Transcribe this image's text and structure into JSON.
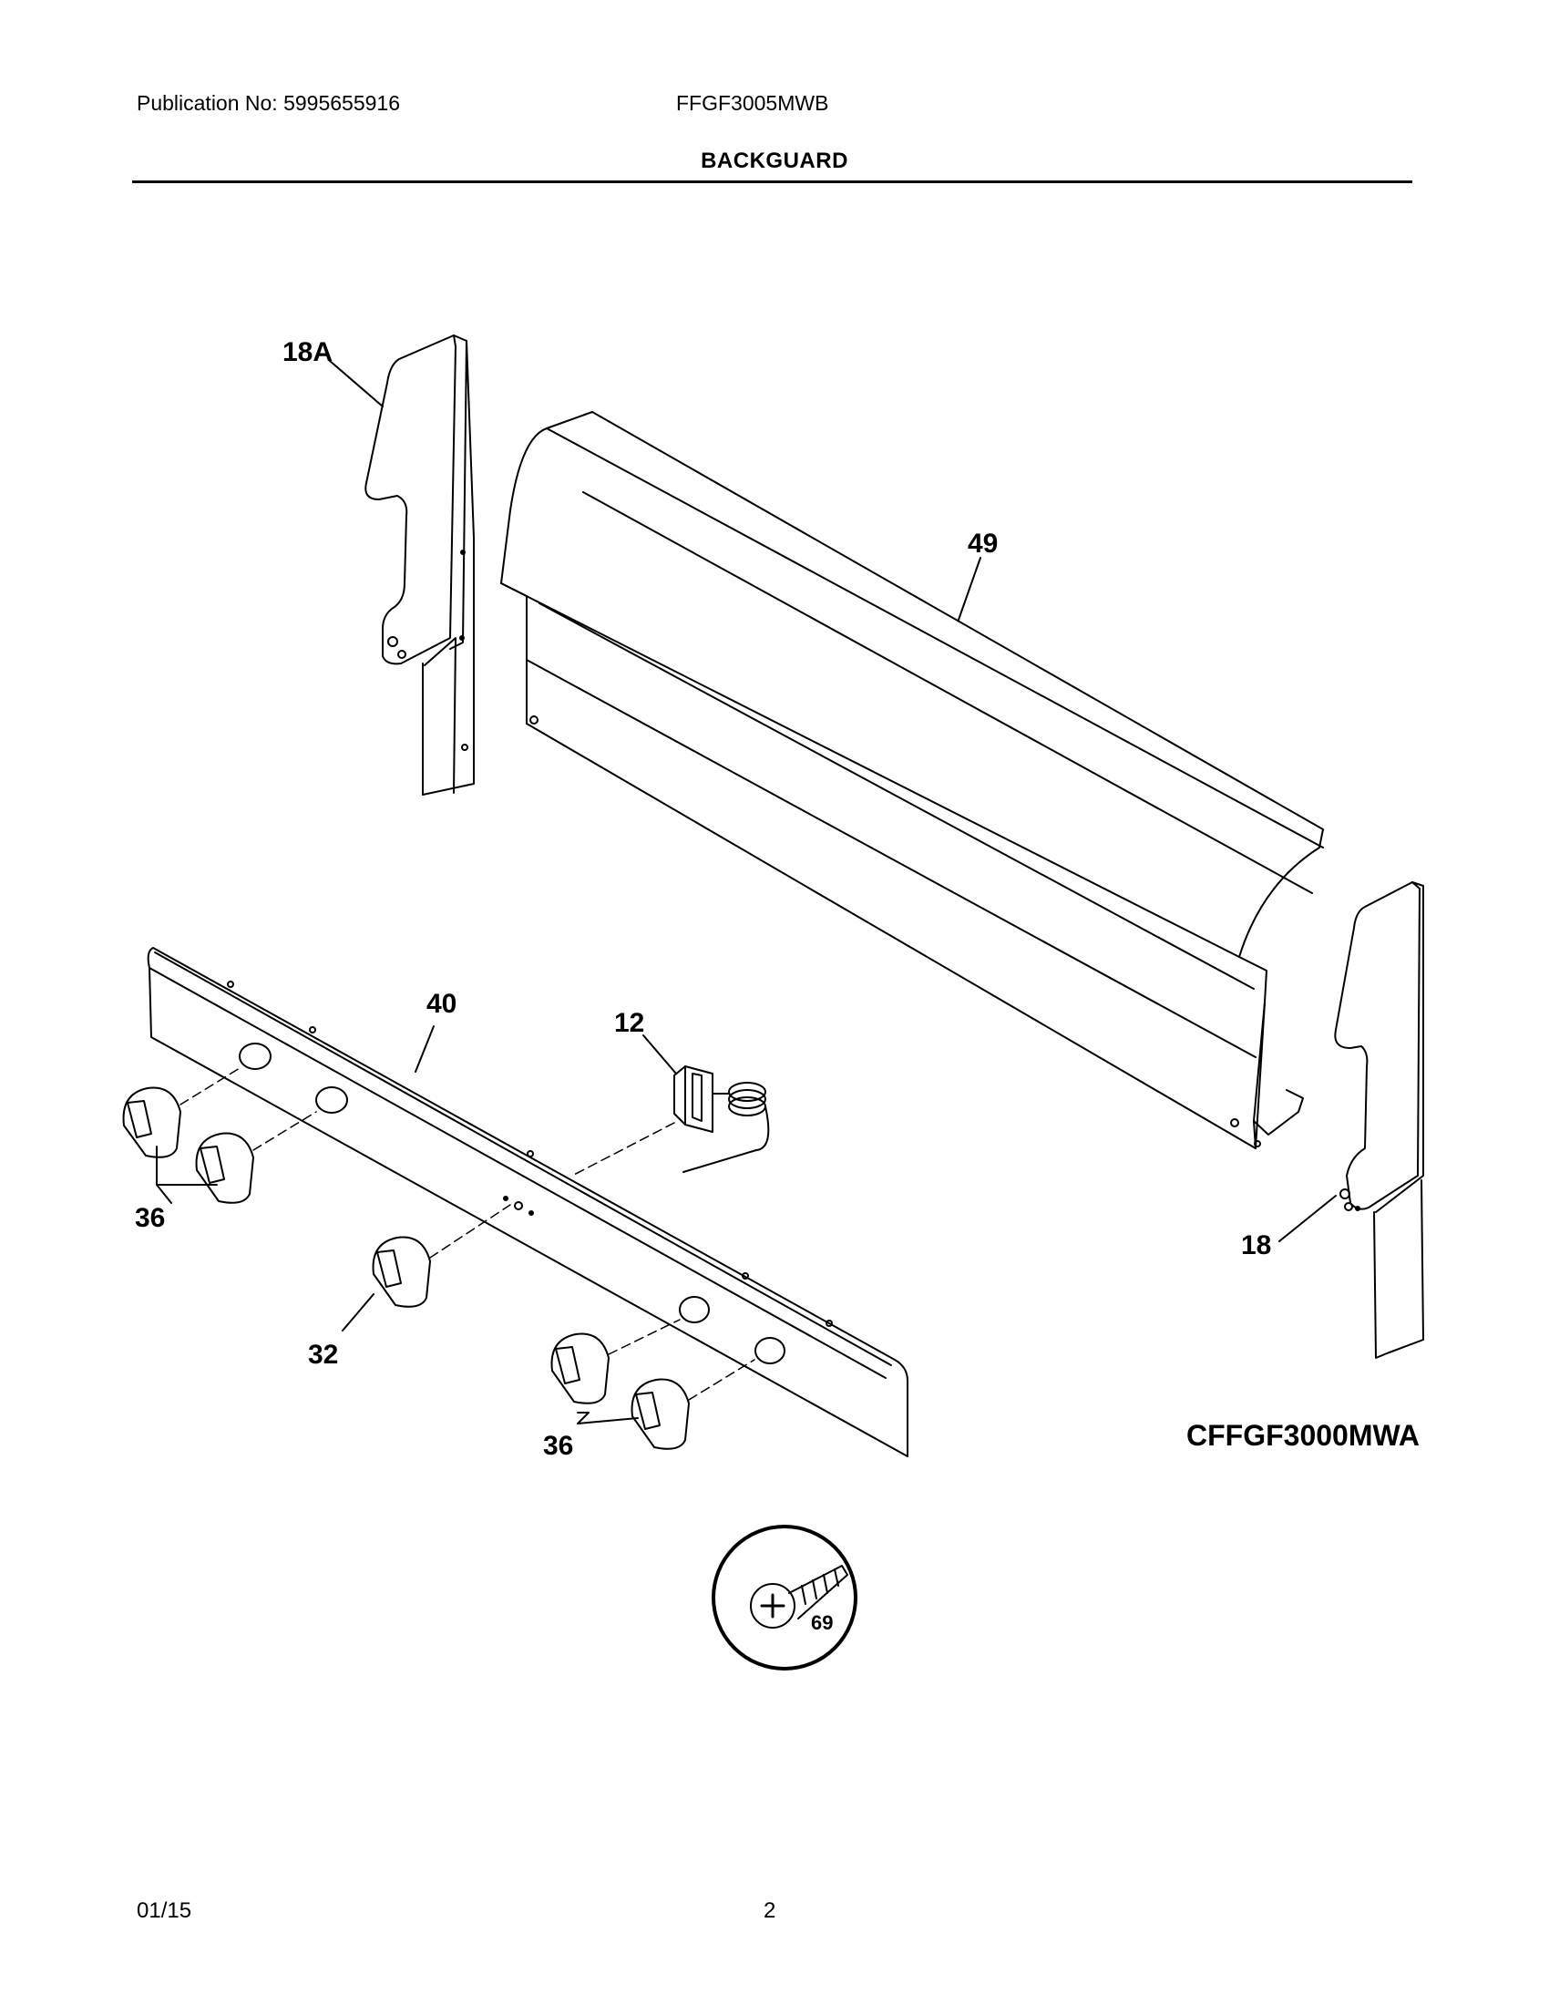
{
  "header": {
    "publication": "Publication No: 5995655916",
    "model": "FFGF3005MWB",
    "section_title": "BACKGUARD"
  },
  "callouts": {
    "side_trim_left": "18A",
    "backguard_panel": "49",
    "manifold_panel": "40",
    "thermostat": "12",
    "knobs_left": "36",
    "knob_center": "32",
    "knobs_right": "36",
    "side_trim_right": "18",
    "screw": "69"
  },
  "variant_label": "CFFGF3000MWA",
  "footer": {
    "date": "01/15",
    "page": "2"
  }
}
